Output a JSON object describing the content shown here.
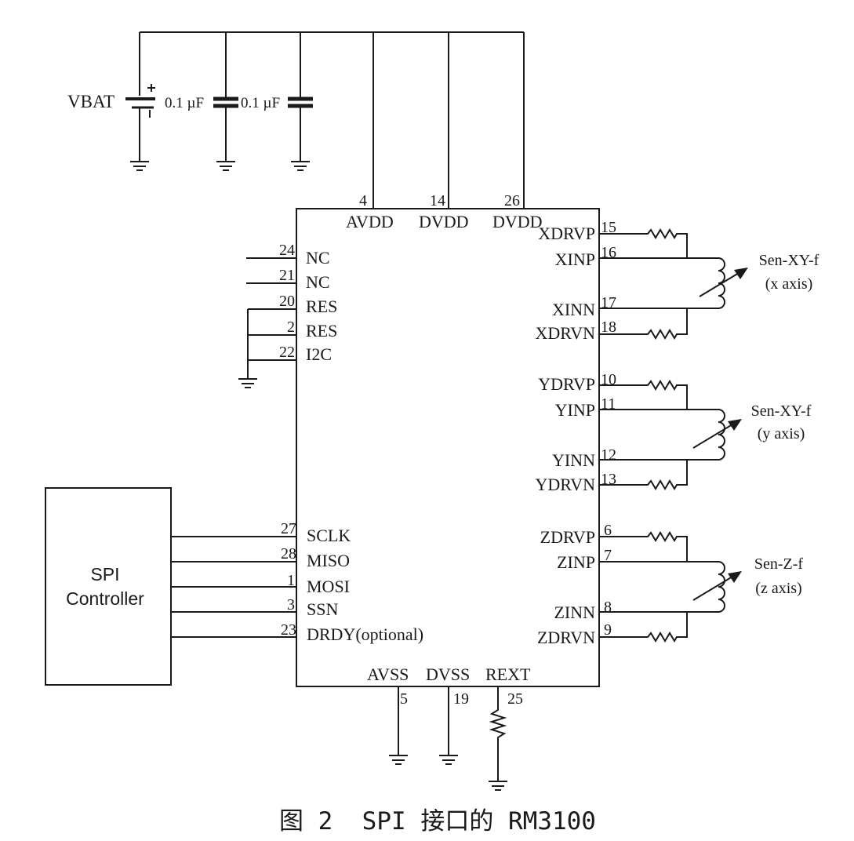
{
  "supply": {
    "battery_label": "VBAT",
    "cap1_label": "0.1 µF",
    "cap2_label": "0.1 µF"
  },
  "chip": {
    "top_pins": [
      {
        "num": "4",
        "name": "AVDD"
      },
      {
        "num": "14",
        "name": "DVDD"
      },
      {
        "num": "26",
        "name": "DVDD"
      }
    ],
    "left_pins": [
      {
        "num": "24",
        "name": "NC"
      },
      {
        "num": "21",
        "name": "NC"
      },
      {
        "num": "20",
        "name": "RES"
      },
      {
        "num": "2",
        "name": "RES"
      },
      {
        "num": "22",
        "name": "I2C"
      }
    ],
    "spi_pins": [
      {
        "num": "27",
        "name": "SCLK"
      },
      {
        "num": "28",
        "name": "MISO"
      },
      {
        "num": "1",
        "name": "MOSI"
      },
      {
        "num": "3",
        "name": "SSN"
      },
      {
        "num": "23",
        "name": "DRDY(optional)"
      }
    ],
    "bottom_pins": [
      {
        "num": "5",
        "name": "AVSS"
      },
      {
        "num": "19",
        "name": "DVSS"
      },
      {
        "num": "25",
        "name": "REXT"
      }
    ],
    "right_pins": [
      {
        "num": "15",
        "name": "XDRVP"
      },
      {
        "num": "16",
        "name": "XINP"
      },
      {
        "num": "17",
        "name": "XINN"
      },
      {
        "num": "18",
        "name": "XDRVN"
      },
      {
        "num": "10",
        "name": "YDRVP"
      },
      {
        "num": "11",
        "name": "YINP"
      },
      {
        "num": "12",
        "name": "YINN"
      },
      {
        "num": "13",
        "name": "YDRVN"
      },
      {
        "num": "6",
        "name": "ZDRVP"
      },
      {
        "num": "7",
        "name": "ZINP"
      },
      {
        "num": "8",
        "name": "ZINN"
      },
      {
        "num": "9",
        "name": "ZDRVN"
      }
    ]
  },
  "sensors": [
    {
      "name": "Sen-XY-f",
      "axis": "(x axis)"
    },
    {
      "name": "Sen-XY-f",
      "axis": "(y axis)"
    },
    {
      "name": "Sen-Z-f",
      "axis": "(z axis)"
    }
  ],
  "controller": {
    "line1": "SPI",
    "line2": "Controller"
  },
  "caption": "图 2  SPI 接口的 RM3100"
}
